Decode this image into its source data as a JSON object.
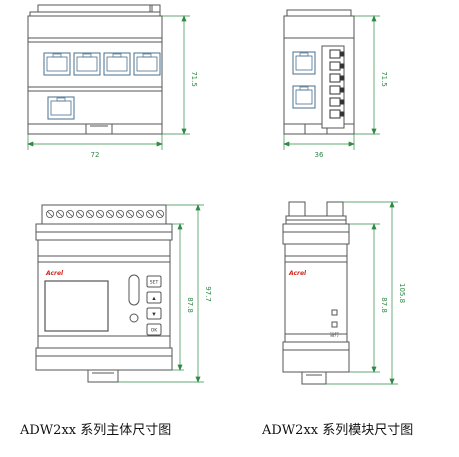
{
  "colors": {
    "line": "#555555",
    "dimension": "#2f8a46",
    "logo": "#d0281c",
    "port": "#4a6f8c"
  },
  "views": {
    "main_top": {
      "height_dim": "71.5",
      "width_dim": "72"
    },
    "module_top": {
      "height_dim": "71.5",
      "width_dim": "36"
    },
    "main_front": {
      "inner_height_dim": "87.8",
      "outer_height_dim": "97.7",
      "logo": "Acrel",
      "buttons": [
        "SET",
        "▲",
        "▼",
        "OK"
      ]
    },
    "module_front": {
      "inner_height_dim": "87.8",
      "outer_height_dim": "105.8",
      "logo": "Acrel",
      "indicator_label": "运行"
    }
  },
  "captions": {
    "main": "ADW2xx 系列主体尺寸图",
    "module": "ADW2xx 系列模块尺寸图"
  }
}
